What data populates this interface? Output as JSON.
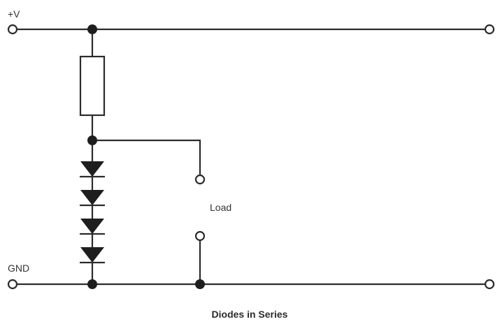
{
  "diagram": {
    "title": "Diodes in Series",
    "labels": {
      "supply": "+V",
      "ground": "GND",
      "load": "Load"
    },
    "components": {
      "resistor_count": 1,
      "diode_count": 4,
      "junction_count": 4,
      "terminal_count": 6
    },
    "colors": {
      "line": "#2b2b2b",
      "fill": "#1e1e1e",
      "background": "#ffffff"
    }
  }
}
